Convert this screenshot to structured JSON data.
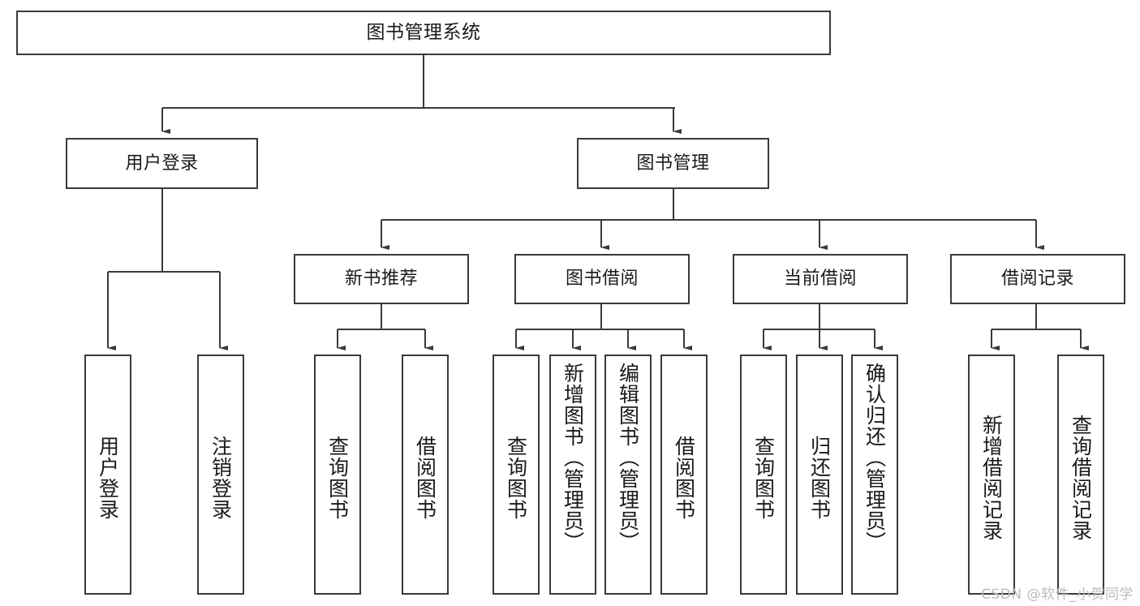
{
  "diagram": {
    "title": "图书管理系统",
    "type": "tree-hierarchy-chart",
    "stroke_color": "#3a3a3a",
    "fill_color": "#ffffff",
    "text_color": "#1a1a1a"
  },
  "nodes": {
    "root": {
      "label": "图书管理系统"
    },
    "level2": [
      {
        "id": "user-login",
        "label": "用户登录"
      },
      {
        "id": "book-manage",
        "label": "图书管理"
      }
    ],
    "level3": [
      {
        "id": "new-book-recommend",
        "label": "新书推荐"
      },
      {
        "id": "book-borrow",
        "label": "图书借阅"
      },
      {
        "id": "current-borrow",
        "label": "当前借阅"
      },
      {
        "id": "borrow-record",
        "label": "借阅记录"
      }
    ],
    "leaves": {
      "user-login": [
        {
          "id": "leaf-user-login",
          "label": "用户登录"
        },
        {
          "id": "leaf-logout-login",
          "label": "注销登录"
        }
      ],
      "new-book-recommend": [
        {
          "id": "leaf-query-book-1",
          "label": "查询图书"
        },
        {
          "id": "leaf-borrow-book-1",
          "label": "借阅图书"
        }
      ],
      "book-borrow": [
        {
          "id": "leaf-query-book-2",
          "label": "查询图书"
        },
        {
          "id": "leaf-add-book",
          "label": "新增图书（管理员）"
        },
        {
          "id": "leaf-edit-book",
          "label": "编辑图书（管理员）"
        },
        {
          "id": "leaf-borrow-book-2",
          "label": "借阅图书"
        }
      ],
      "current-borrow": [
        {
          "id": "leaf-query-book-3",
          "label": "查询图书"
        },
        {
          "id": "leaf-return-book",
          "label": "归还图书"
        },
        {
          "id": "leaf-confirm-return",
          "label": "确认归还（管理员）"
        }
      ],
      "borrow-record": [
        {
          "id": "leaf-add-record",
          "label": "新增借阅记录"
        },
        {
          "id": "leaf-query-record",
          "label": "查询借阅记录"
        }
      ]
    }
  },
  "watermark": {
    "text": "CSDN @软件_小贺同学"
  }
}
